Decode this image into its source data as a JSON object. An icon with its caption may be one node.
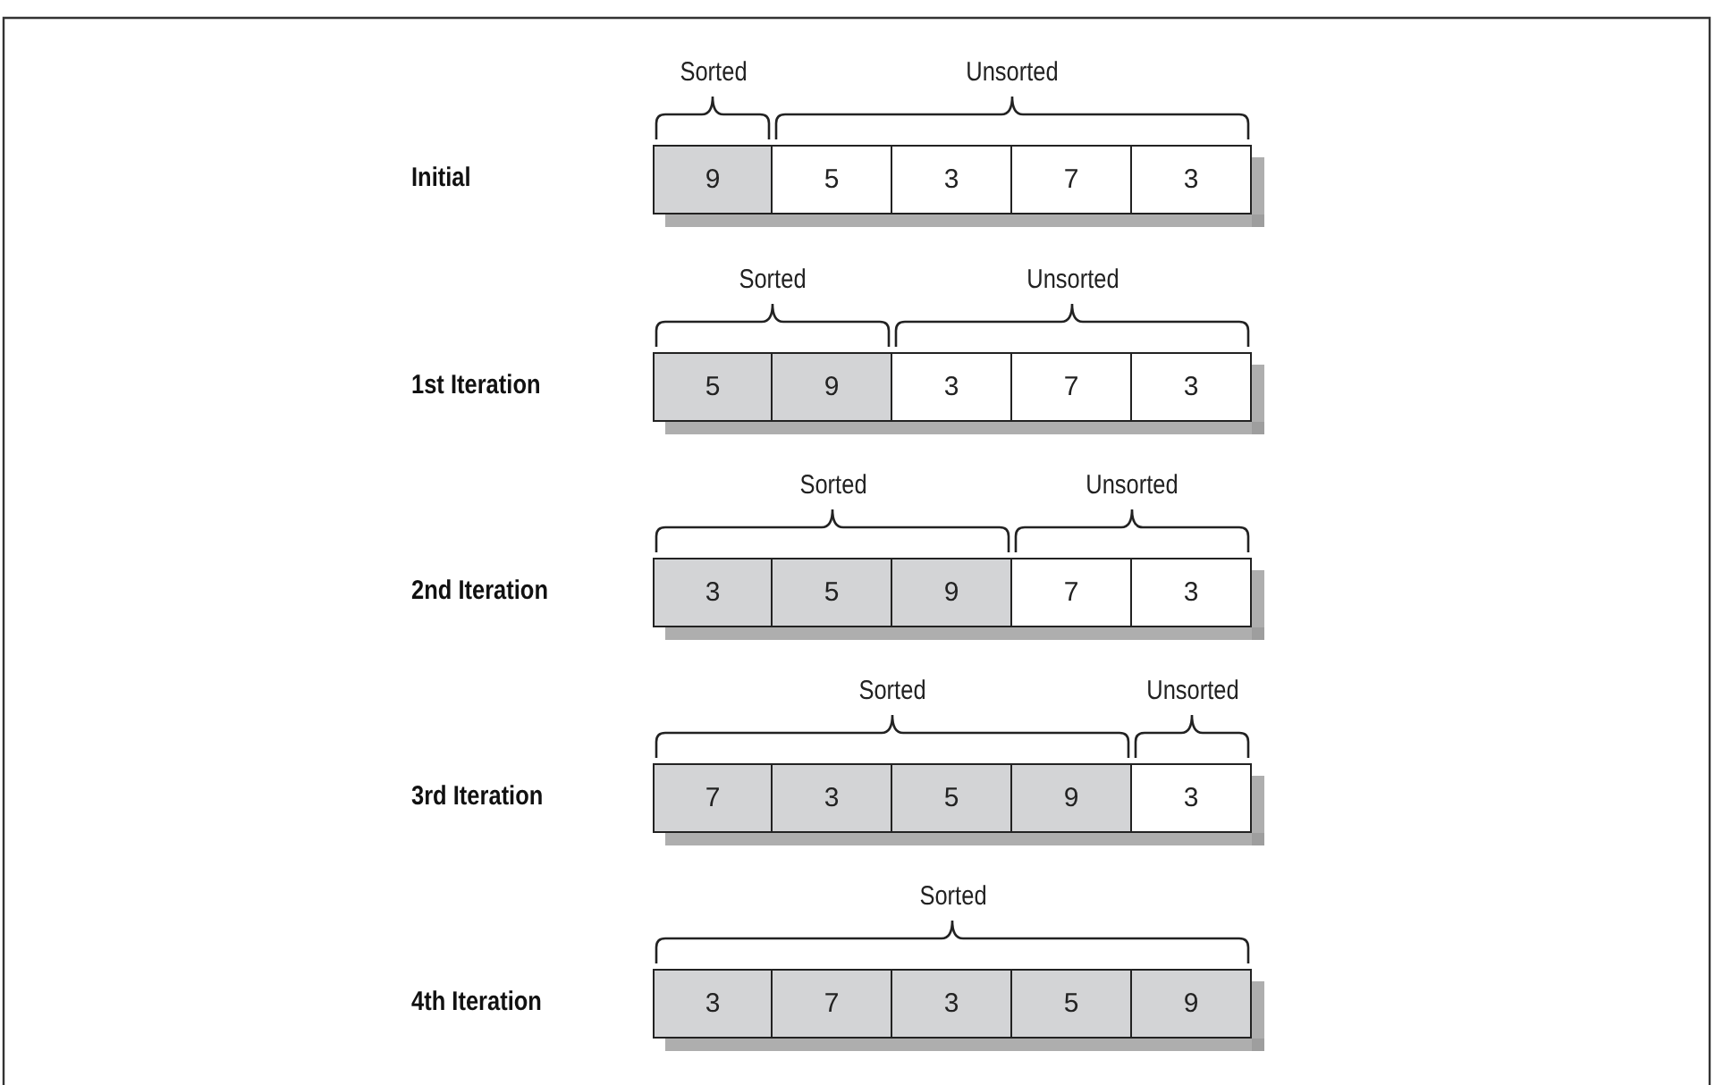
{
  "diagram": {
    "nodes": [
      {
        "text": [
          "9"
        ]
      },
      {
        "text": [
          "5"
        ]
      },
      {
        "text": [
          "3"
        ]
      },
      {
        "text": [
          "7"
        ]
      },
      {
        "text": [
          "3"
        ]
      },
      {
        "text": [
          "5"
        ]
      },
      {
        "text": [
          "9"
        ]
      },
      {
        "text": [
          "3"
        ]
      },
      {
        "text": [
          "7"
        ]
      },
      {
        "text": [
          "3"
        ]
      },
      {
        "text": [
          "3"
        ]
      },
      {
        "text": [
          "5"
        ]
      },
      {
        "text": [
          "9"
        ]
      },
      {
        "text": [
          "7"
        ]
      },
      {
        "text": [
          "3"
        ]
      },
      {
        "text": [
          "7"
        ]
      },
      {
        "text": [
          "3"
        ]
      },
      {
        "text": [
          "5"
        ]
      },
      {
        "text": [
          "9"
        ]
      },
      {
        "text": [
          "3"
        ]
      },
      {
        "text": [
          "3"
        ]
      },
      {
        "text": [
          "7"
        ]
      },
      {
        "text": [
          "3"
        ]
      },
      {
        "text": [
          "5"
        ]
      },
      {
        "text": [
          "9"
        ]
      }
    ],
    "edges": [],
    "labels": [
      "Sorted",
      "Unsorted",
      "Initial",
      "Sorted",
      "Unsorted",
      "1st Iteration",
      "Sorted",
      "Unsorted",
      "2nd Iteration",
      "Sorted",
      "Unsorted",
      "3rd Iteration",
      "Sorted",
      "4th Iteration"
    ]
  }
}
